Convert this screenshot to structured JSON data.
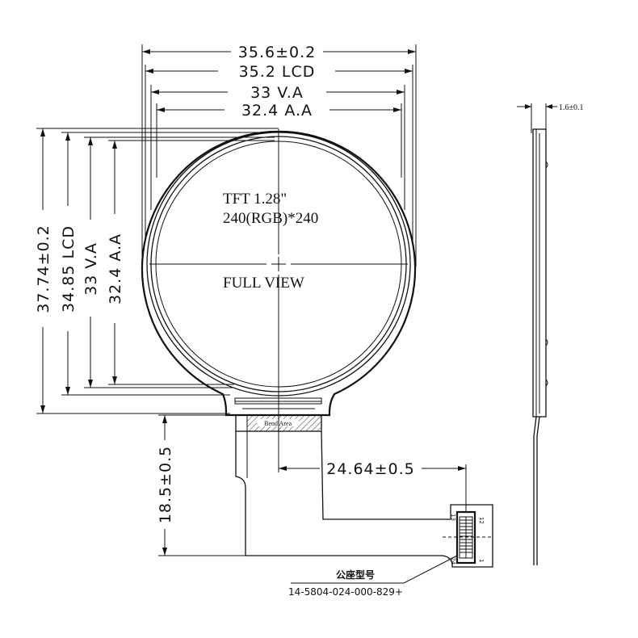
{
  "dimensions": {
    "top": [
      "35.6±0.2",
      "35.2 LCD",
      "33 V.A",
      "32.4 A.A"
    ],
    "left": [
      "37.74±0.2",
      "34.85 LCD",
      "33 V.A",
      "32.4 A.A"
    ],
    "tail_height": "18.5±0.5",
    "tail_width": "24.64±0.5",
    "thickness": "1.6±0.1"
  },
  "labels": {
    "model": "TFT 1.28\"",
    "resolution": "240(RGB)*240",
    "view": "FULL VIEW",
    "bend_area": "Bend Area",
    "connector_title": "公座型号",
    "connector_part": "14-5804-024-000-829+",
    "pin_12": "12",
    "pin_13": "13",
    "pin_24": "24",
    "pin_1": "1"
  }
}
